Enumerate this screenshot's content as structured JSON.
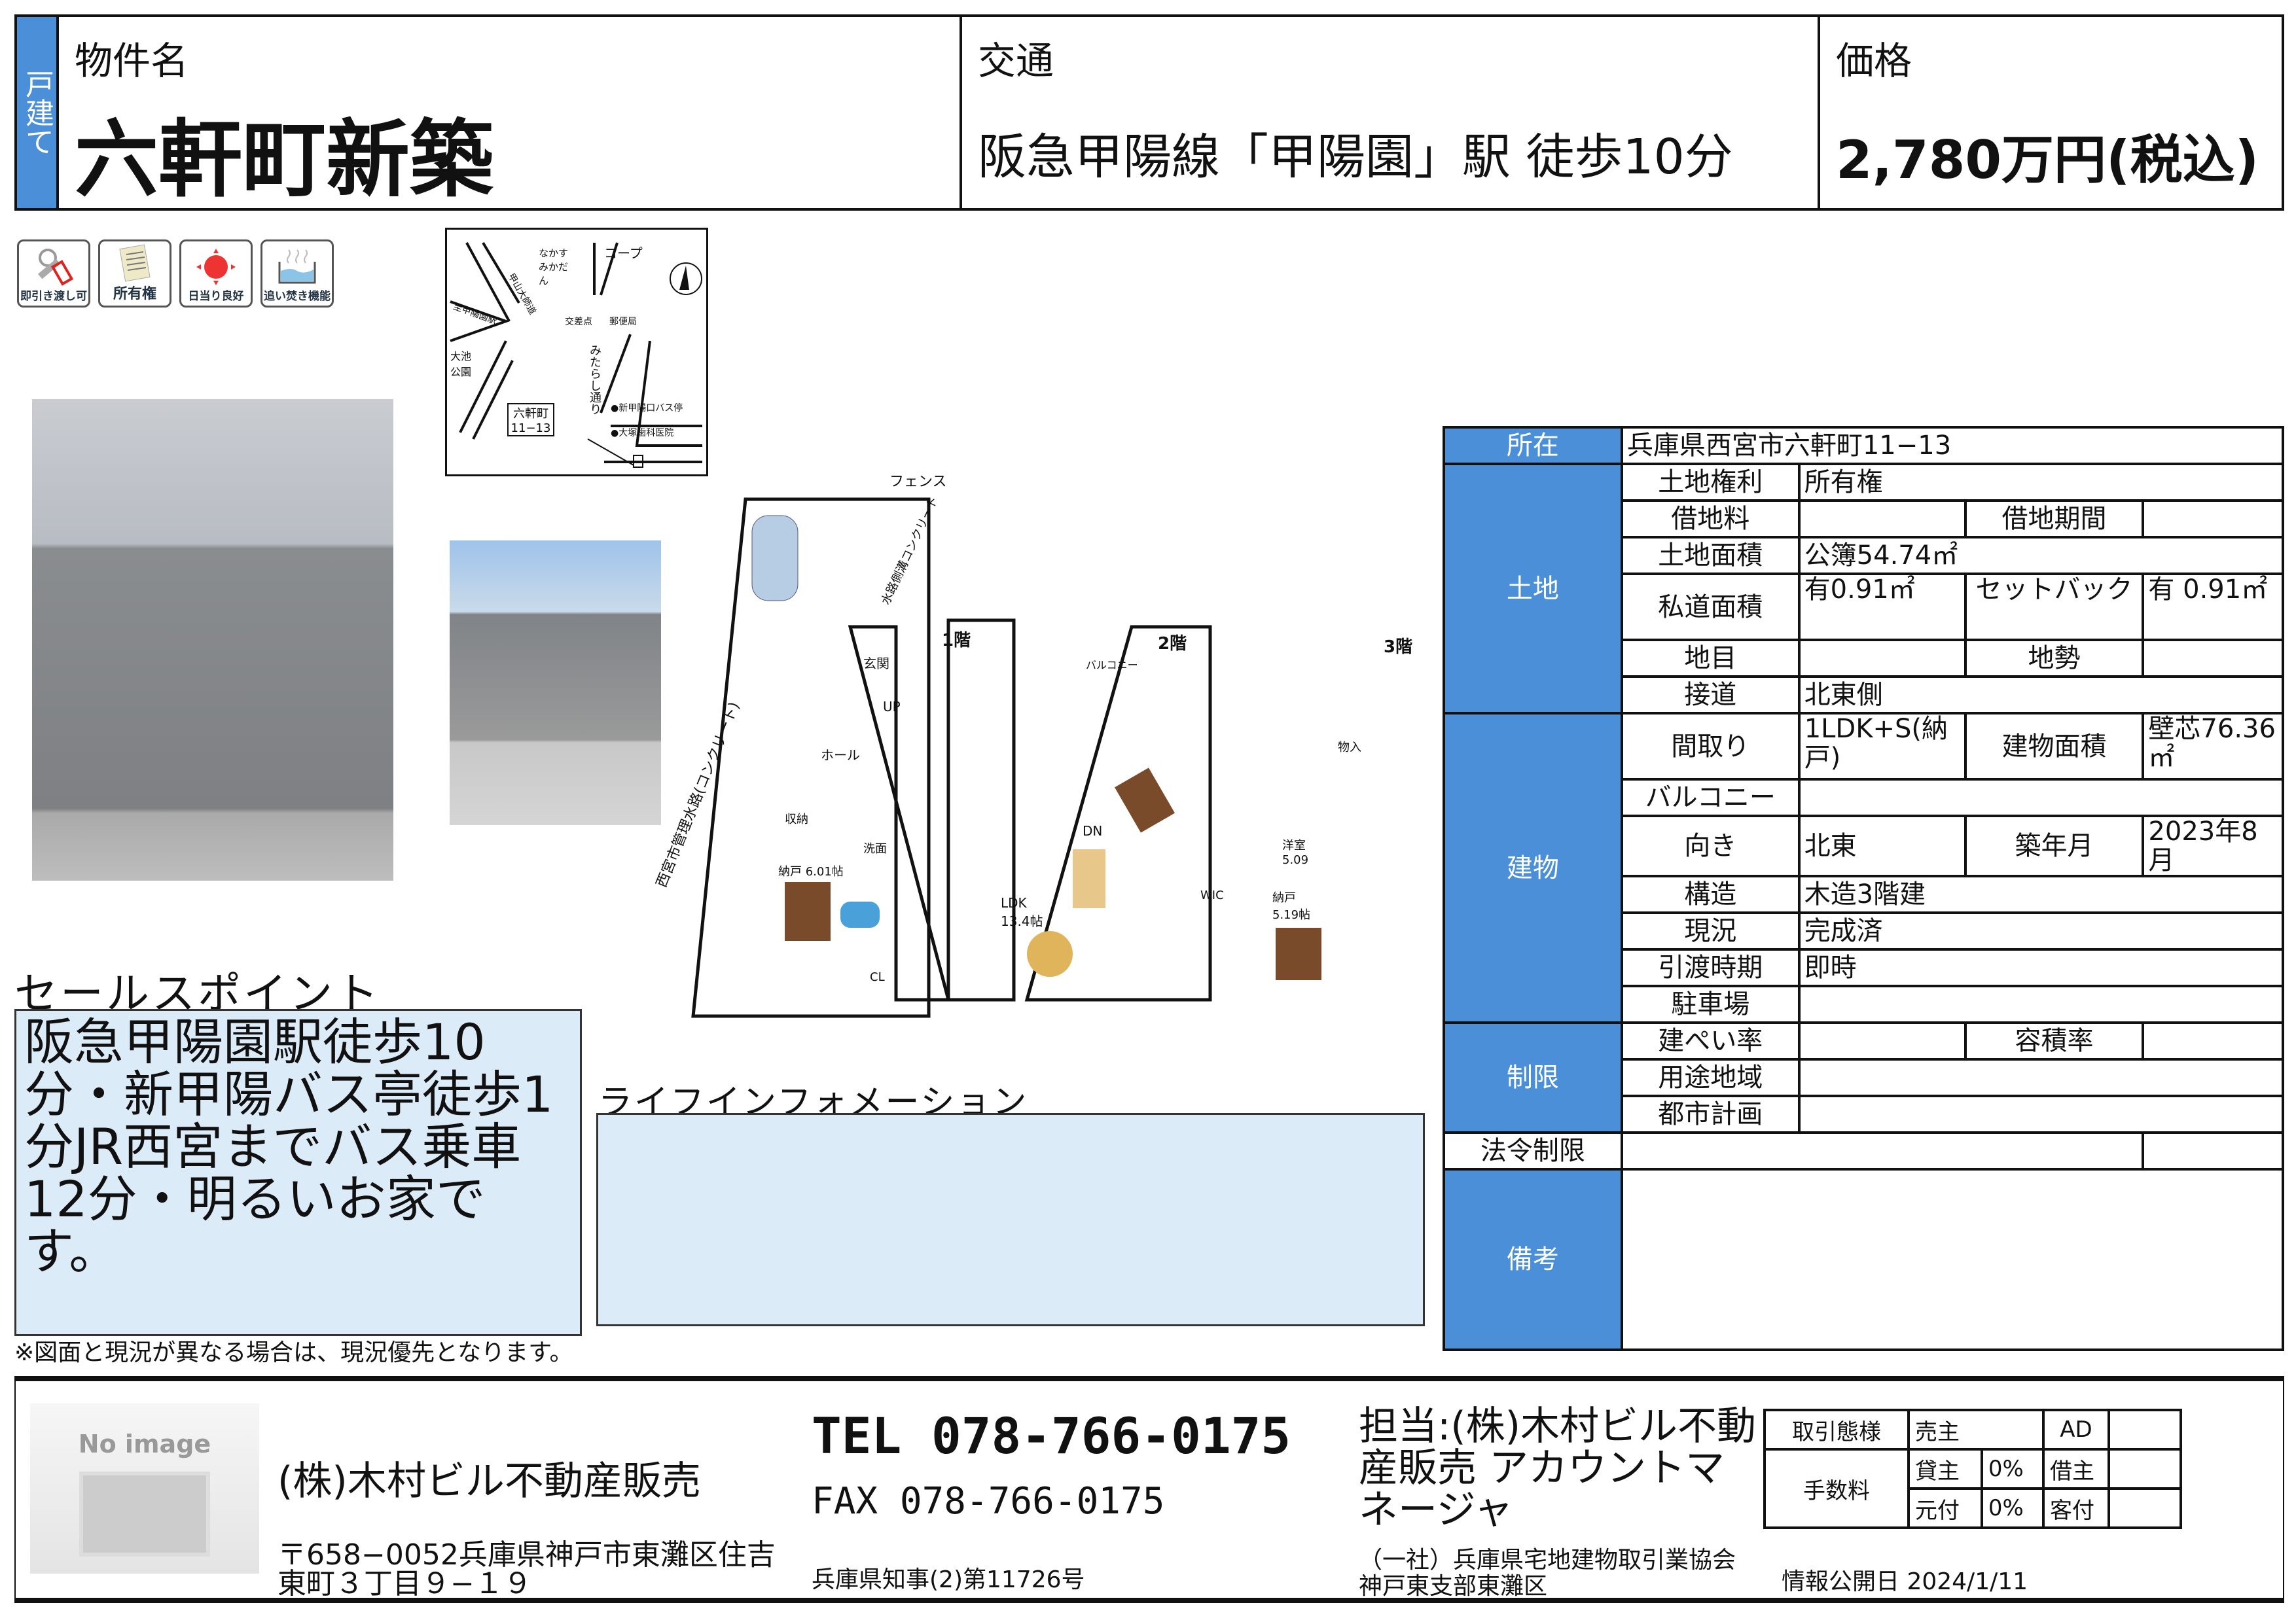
{
  "header": {
    "type_tab": "戸建て",
    "name_label": "物件名",
    "name": "六軒町新築",
    "traffic_label": "交通",
    "traffic": "阪急甲陽線「甲陽園」駅 徒歩10分",
    "price_label": "価格",
    "price": "2,780万円(税込)"
  },
  "feature_icons": [
    {
      "label": "即引き渡し可",
      "icon": "key-icon"
    },
    {
      "label": "所有権",
      "icon": "document-icon"
    },
    {
      "label": "日当り良好",
      "icon": "sun-icon"
    },
    {
      "label": "追い焚き機能",
      "icon": "bath-icon"
    }
  ],
  "map": {
    "labels": [
      "なかすみかだん",
      "コープ",
      "甲山大師道",
      "至甲陽園駅",
      "交差点",
      "郵便局",
      "大池公園",
      "みたらし通り",
      "●新甲陽口バス停",
      "●大塚歯科医院",
      "六軒町 11−13"
    ]
  },
  "floor_plan": {
    "labels": [
      "フェンス",
      "水路側溝コンクリート",
      "西宮市管理水路(コンクリート)",
      "1階",
      "玄関",
      "UP",
      "ホール",
      "収納",
      "洗面",
      "納戸 6.01帖",
      "CL",
      "2階",
      "バルコニー",
      "DN",
      "LDK 13.4帖",
      "3階",
      "物入",
      "洋室 5.09",
      "WIC",
      "納戸 5.19帖"
    ]
  },
  "sales": {
    "label": "セールスポイント",
    "text": "阪急甲陽園駅徒歩10分・新甲陽バス亭徒歩1分JR西宮までバス乗車12分・明るいお家です。"
  },
  "life": {
    "label": "ライフインフォメーション",
    "text": ""
  },
  "note": "※図面と現況が異なる場合は、現況優先となります。",
  "spec": {
    "location_label": "所在",
    "location": "兵庫県西宮市六軒町11−13",
    "land_label": "土地",
    "building_label": "建物",
    "restrict_label": "制限",
    "law_label": "法令制限",
    "remarks_label": "備考",
    "rows": {
      "land_right": [
        "土地権利",
        "所有権"
      ],
      "lease_fee": [
        "借地料",
        "",
        "借地期間",
        ""
      ],
      "land_area": [
        "土地面積",
        "公簿54.74㎡"
      ],
      "private_road": [
        "私道面積",
        "有0.91㎡",
        "セットバック",
        "有 0.91㎡"
      ],
      "chimoku": [
        "地目",
        "",
        "地勢",
        ""
      ],
      "road": [
        "接道",
        "北東側"
      ],
      "layout": [
        "間取り",
        "1LDK+S(納戸)",
        "建物面積",
        "壁芯76.36㎡"
      ],
      "balcony": [
        "バルコニー",
        ""
      ],
      "direction": [
        "向き",
        "北東",
        "築年月",
        "2023年8月"
      ],
      "structure": [
        "構造",
        "木造3階建"
      ],
      "status": [
        "現況",
        "完成済"
      ],
      "handover": [
        "引渡時期",
        "即時"
      ],
      "parking": [
        "駐車場",
        ""
      ],
      "coverage": [
        "建ぺい率",
        "",
        "容積率",
        ""
      ],
      "zoning": [
        "用途地域",
        ""
      ],
      "city_plan": [
        "都市計画",
        ""
      ]
    }
  },
  "footer": {
    "no_image": "No image",
    "company": "(株)木村ビル不動産販売",
    "address": "〒658−0052兵庫県神戸市東灘区住吉東町３丁目９−１９",
    "tel": "TEL 078-766-0175",
    "fax": "FAX 078-766-0175",
    "license": "兵庫県知事(2)第11726号",
    "contact": "担当:(株)木村ビル不動産販売 アカウントマネージャ",
    "association": "（一社）兵庫県宅地建物取引業協会神戸東支部東灘区",
    "published": "情報公開日 2024/1/11",
    "fee": {
      "deal_label": "取引態様",
      "deal": "売主",
      "ad": "AD",
      "ad_val": "",
      "fee_label": "手数料",
      "lender": "貸主",
      "lender_pct": "0%",
      "borrower": "借主",
      "borrower_val": "",
      "origin": "元付",
      "origin_pct": "0%",
      "client": "客付",
      "client_val": ""
    }
  }
}
